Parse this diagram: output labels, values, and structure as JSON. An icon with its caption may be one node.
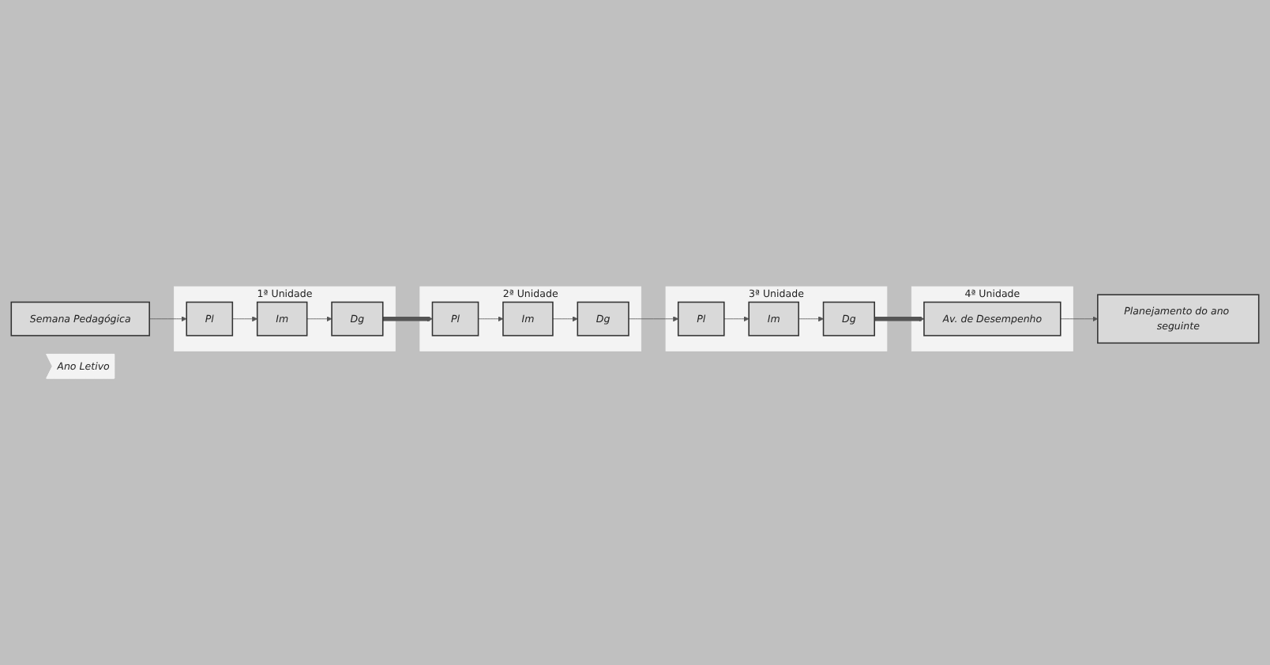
{
  "diagram": {
    "nodes": [
      {
        "text": [
          "Semana Pedagógica"
        ]
      },
      {
        "text": [
          "1ª Unidade"
        ]
      },
      {
        "text": [
          "Pl"
        ],
        "in": 1
      },
      {
        "text": [
          "Im"
        ],
        "in": 1
      },
      {
        "text": [
          "Dg"
        ],
        "in": 1
      },
      {
        "text": [
          "2ª Unidade"
        ]
      },
      {
        "text": [
          "Dg"
        ],
        "in": 5
      },
      {
        "text": [
          "Im"
        ],
        "in": 5
      },
      {
        "text": [
          "Pl"
        ],
        "in": 5
      },
      {
        "text": [
          "3ª Unidade"
        ]
      },
      {
        "text": [
          "Pl"
        ],
        "in": 9
      },
      {
        "text": [
          "Im"
        ],
        "in": 9
      },
      {
        "text": [
          "Dg"
        ],
        "in": 9
      },
      {
        "text": [
          "4ª Unidade"
        ]
      },
      {
        "text": [
          "Av. de Desempenho"
        ],
        "in": 13
      },
      {
        "text": [
          "Planejamento do ano seguinte"
        ]
      },
      {
        "text": [
          "Ano Letivo"
        ]
      }
    ],
    "edges": [
      {
        "from": 0,
        "to": 2,
        "arrow": "to"
      },
      {
        "from": 2,
        "to": 3,
        "arrow": "to"
      },
      {
        "from": 3,
        "to": 4,
        "arrow": "to"
      },
      {
        "from": 4,
        "to": 8,
        "arrow": "to",
        "style": "thick"
      },
      {
        "from": 8,
        "to": 7,
        "arrow": "to"
      },
      {
        "from": 7,
        "to": 6,
        "arrow": "to"
      },
      {
        "from": 6,
        "to": 10,
        "arrow": "to"
      },
      {
        "from": 10,
        "to": 11,
        "arrow": "to"
      },
      {
        "from": 11,
        "to": 12,
        "arrow": "to"
      },
      {
        "from": 12,
        "to": 14,
        "arrow": "to",
        "style": "thick"
      },
      {
        "from": 14,
        "to": 15,
        "arrow": "to"
      }
    ]
  }
}
